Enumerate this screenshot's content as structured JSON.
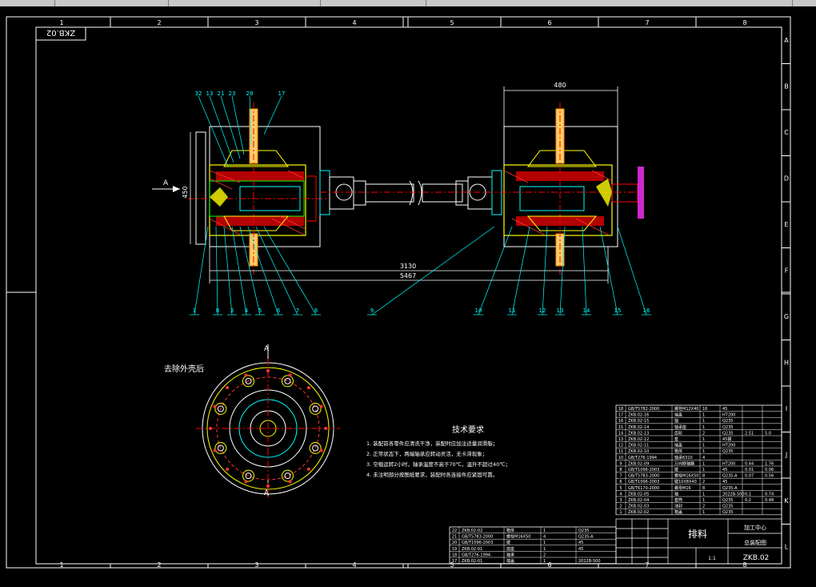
{
  "drawing_no_corner": "ZKB.02",
  "drawing_no_block": "ZKB.02",
  "column_labels": [
    "1",
    "2",
    "3",
    "4",
    "5",
    "6",
    "7",
    "8"
  ],
  "row_labels": [
    "A",
    "B",
    "C",
    "D",
    "E",
    "F",
    "G",
    "H",
    "I",
    "J",
    "K",
    "L"
  ],
  "section_mark": "A",
  "view_title": "去除外壳后",
  "dims": {
    "box_width": "480",
    "box_height": "450",
    "overall_1": "3130",
    "overall_2": "5467"
  },
  "balloons_top": [
    "32",
    "13",
    "21",
    "23",
    "28",
    "17"
  ],
  "balloons_bottom": [
    "1",
    "8",
    "3",
    "4",
    "5",
    "6",
    "7",
    "8",
    "9",
    "10",
    "11",
    "12",
    "13",
    "14",
    "15",
    "16"
  ],
  "tech_title": "技术要求",
  "tech_notes": [
    "1. 装配前各零件应清洗干净，装配时应加注适量润滑脂；",
    "2. 正常状态下，两端轴承应转动灵活，无卡滞现象；",
    "3. 空载运转2小时，轴承温度不高于70℃，温升不超过40℃；",
    "4. 未注明部分按图纸要求，装配时各连接件应紧固可靠。"
  ],
  "title_block": {
    "name": "排料",
    "company": "加工中心",
    "sub": "总装配图",
    "code": "ZKB.02",
    "qty": "1:1"
  },
  "bom_right": [
    [
      "GB/T5782-2000",
      "螺栓M12X40",
      "16",
      "45",
      "",
      ""
    ],
    [
      "ZKB.02-16",
      "端盖",
      "1",
      "HT200",
      "",
      ""
    ],
    [
      "ZKB.02-15",
      "轴",
      "1",
      "Q235",
      "",
      ""
    ],
    [
      "ZKB.02-14",
      "轴承座",
      "1",
      "Q235",
      "",
      ""
    ],
    [
      "ZKB.02-13",
      "齿轮",
      "2",
      "Q235",
      "2.51",
      "5.0"
    ],
    [
      "ZKB.02-12",
      "套",
      "1",
      "45钢",
      "",
      ""
    ],
    [
      "ZKB.02-11",
      "端盖",
      "1",
      "HT200",
      "",
      ""
    ],
    [
      "ZKB.02-10",
      "箱体",
      "1",
      "Q235",
      "",
      ""
    ],
    [
      "GB/T276-1994",
      "轴承6310",
      "4",
      "",
      "",
      ""
    ],
    [
      "ZKB.02-09",
      "万向联轴器",
      "1",
      "HT200",
      "0.44",
      "1.76"
    ],
    [
      "GB/T1096-2003",
      "键",
      "1",
      "45",
      "0.01",
      "0.06"
    ],
    [
      "GB/T5783-2000",
      "螺栓M16X50",
      "8",
      "Q235-A",
      "0.07",
      "0.56"
    ],
    [
      "GB/T1096-2003",
      "键10X8X40",
      "2",
      "45",
      "",
      ""
    ],
    [
      "GB/T6170-2000",
      "螺母M16",
      "8",
      "Q235-A",
      "",
      ""
    ],
    [
      "ZKB.02-05",
      "轴",
      "1",
      "2022B-500",
      "0.1",
      "0.74"
    ],
    [
      "ZKB.02-04",
      "套筒",
      "1",
      "Q235",
      "0.2",
      "0.48"
    ],
    [
      "ZKB.02-03",
      "油封",
      "2",
      "Q235",
      "",
      ""
    ],
    [
      "ZKB.02-02",
      "箱盖",
      "1",
      "Q235",
      "",
      ""
    ]
  ],
  "bom_left": [
    [
      "ZKB.02-02",
      "箱体",
      "1",
      "Q235"
    ],
    [
      "GB/T5783-2000",
      "螺栓M16X50",
      "4",
      "Q235-A"
    ],
    [
      "GB/T1096-2003",
      "键",
      "1",
      "45"
    ],
    [
      "ZKB.02-01",
      "底座",
      "1",
      "45"
    ],
    [
      "GB/T276-1994",
      "轴承",
      "2",
      ""
    ],
    [
      "ZKB.02-01",
      "端盖",
      "1",
      "2022B-500"
    ]
  ]
}
